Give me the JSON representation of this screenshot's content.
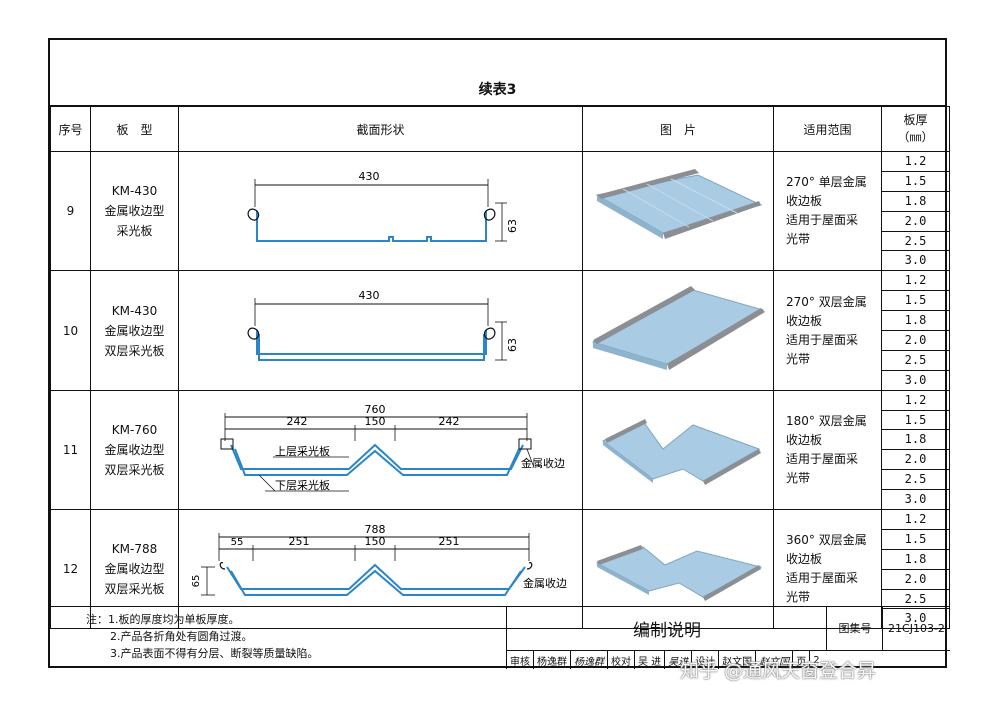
{
  "caption": "续表3",
  "headers": {
    "seq": "序号",
    "type": "板　型",
    "section": "截面形状",
    "photo": "图　片",
    "use": "适用范围",
    "thickness": "板厚\n（㎜）"
  },
  "thickness_values": [
    "1.2",
    "1.5",
    "1.8",
    "2.0",
    "2.5",
    "3.0"
  ],
  "rows": [
    {
      "seq": "9",
      "name1": "KM-430",
      "name2": "金属收边型",
      "name3": "采光板",
      "dim_width": "430",
      "dim_height": "63",
      "use1": "270° 单层金属",
      "use2": "收边板",
      "use3": "适用于屋面采",
      "use4": "光带"
    },
    {
      "seq": "10",
      "name1": "KM-430",
      "name2": "金属收边型",
      "name3": "双层采光板",
      "dim_width": "430",
      "dim_height": "63",
      "use1": "270° 双层金属",
      "use2": "收边板",
      "use3": "适用于屋面采",
      "use4": "光带"
    },
    {
      "seq": "11",
      "name1": "KM-760",
      "name2": "金属收边型",
      "name3": "双层采光板",
      "dim_total": "760",
      "dim_a": "242",
      "dim_b": "150",
      "dim_c": "242",
      "label_upper": "上层采光板",
      "label_lower": "下层采光板",
      "label_edge": "金属收边",
      "use1": "180° 双层金属",
      "use2": "收边板",
      "use3": "适用于屋面采",
      "use4": "光带"
    },
    {
      "seq": "12",
      "name1": "KM-788",
      "name2": "金属收边型",
      "name3": "双层采光板",
      "dim_total": "788",
      "dim_a": "55",
      "dim_b": "251",
      "dim_c": "150",
      "dim_d": "251",
      "dim_height": "65",
      "label_edge": "金属收边",
      "use1": "360° 双层金属",
      "use2": "收边板",
      "use3": "适用于屋面采",
      "use4": "光带"
    }
  ],
  "notes": {
    "line1": "注：1.板的厚度均为单板厚度。",
    "line2": "2.产品各折角处有圆角过渡。",
    "line3": "3.产品表面不得有分层、断裂等质量缺陷。"
  },
  "title_block": {
    "title": "编制说明",
    "atlas_label": "图集号",
    "atlas_code": "21CJ103-2",
    "sign": [
      "审核",
      "杨逸群",
      "杨逸群",
      "校对",
      "吴 进",
      "吴进",
      "设计",
      "赵文国",
      "赵文国",
      "页",
      "2"
    ]
  },
  "watermark": "知乎 @通风天窗登合昇",
  "colors": {
    "profile": "#2b86c9",
    "panel": "#a9cbe3",
    "edge": "#8b8f94"
  }
}
